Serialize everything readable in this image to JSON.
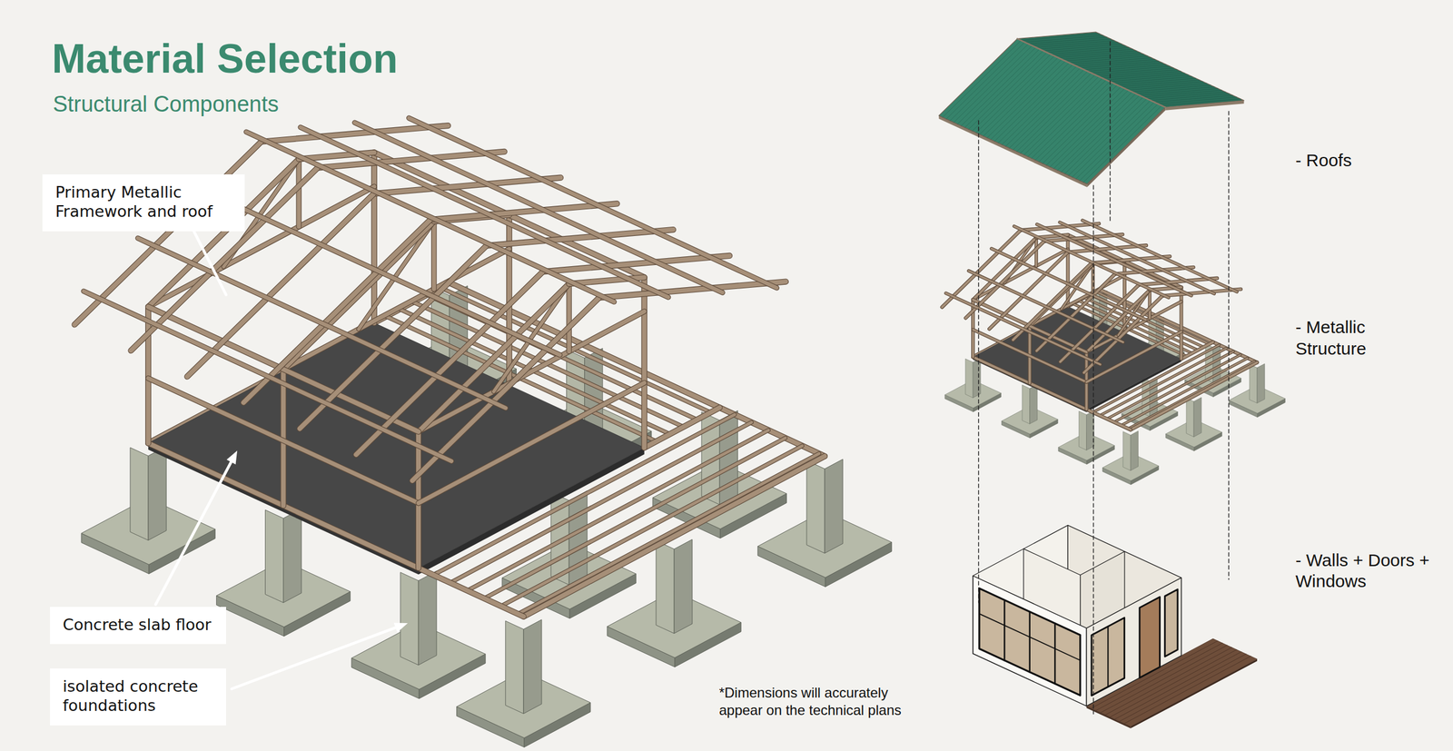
{
  "diagram": {
    "title": "Material Selection",
    "nodes": [
      {
        "text": [
          "Primary Metallic Framework and roof"
        ]
      },
      {
        "text": [
          "Concrete slab floor"
        ]
      },
      {
        "text": [
          "isolated concrete foundations"
        ]
      }
    ],
    "labels": [
      "Structural Components",
      "- Roofs",
      "- Metallic Structure",
      "- Walls + Doors + Windows",
      "*Dimensions will accurately appear on the technical plans"
    ]
  }
}
